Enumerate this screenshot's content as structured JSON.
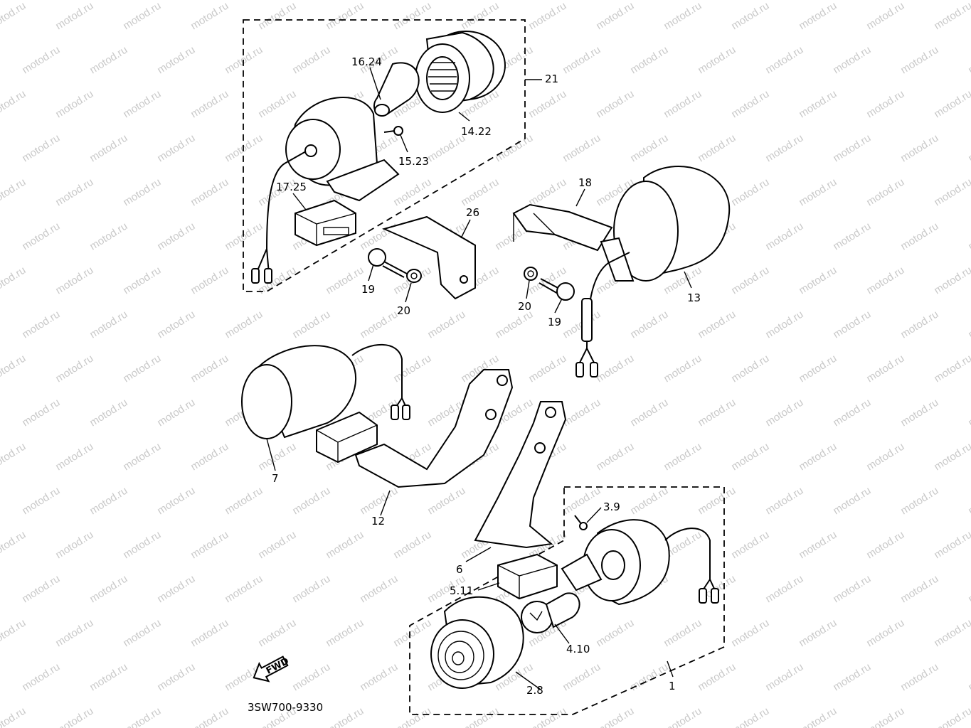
{
  "watermark": "motod.ru",
  "part_labels": [
    {
      "id": "p16_24",
      "text": "16.24"
    },
    {
      "id": "p21",
      "text": "21"
    },
    {
      "id": "p14_22",
      "text": "14.22"
    },
    {
      "id": "p15_23",
      "text": "15.23"
    },
    {
      "id": "p17_25",
      "text": "17.25"
    },
    {
      "id": "p26",
      "text": "26"
    },
    {
      "id": "p18",
      "text": "18"
    },
    {
      "id": "p19a",
      "text": "19"
    },
    {
      "id": "p20a",
      "text": "20"
    },
    {
      "id": "p20b",
      "text": "20"
    },
    {
      "id": "p19b",
      "text": "19"
    },
    {
      "id": "p13",
      "text": "13"
    },
    {
      "id": "p7",
      "text": "7"
    },
    {
      "id": "p12",
      "text": "12"
    },
    {
      "id": "p3_9",
      "text": "3.9"
    },
    {
      "id": "p6",
      "text": "6"
    },
    {
      "id": "p5_11",
      "text": "5.11"
    },
    {
      "id": "p4_10",
      "text": "4.10"
    },
    {
      "id": "p2_8",
      "text": "2.8"
    },
    {
      "id": "p1",
      "text": "1"
    }
  ],
  "forward_marker": "FWD",
  "diagram_code": "3SW700-9330"
}
